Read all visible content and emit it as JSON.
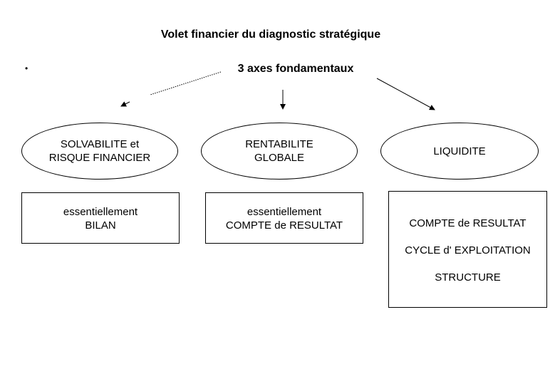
{
  "title": "Volet financier du diagnostic stratégique",
  "bullet": "•",
  "subtitle": "3 axes fondamentaux",
  "axes": [
    {
      "label": "SOLVABILITE et\nRISQUE FINANCIER",
      "box_text": "essentiellement\nBILAN"
    },
    {
      "label": "RENTABILITE\nGLOBALE",
      "box_text": "essentiellement\nCOMPTE de RESULTAT"
    },
    {
      "label": "LIQUIDITE",
      "box_lines": [
        "COMPTE de RESULTAT",
        "CYCLE d' EXPLOITATION",
        "STRUCTURE"
      ]
    }
  ]
}
